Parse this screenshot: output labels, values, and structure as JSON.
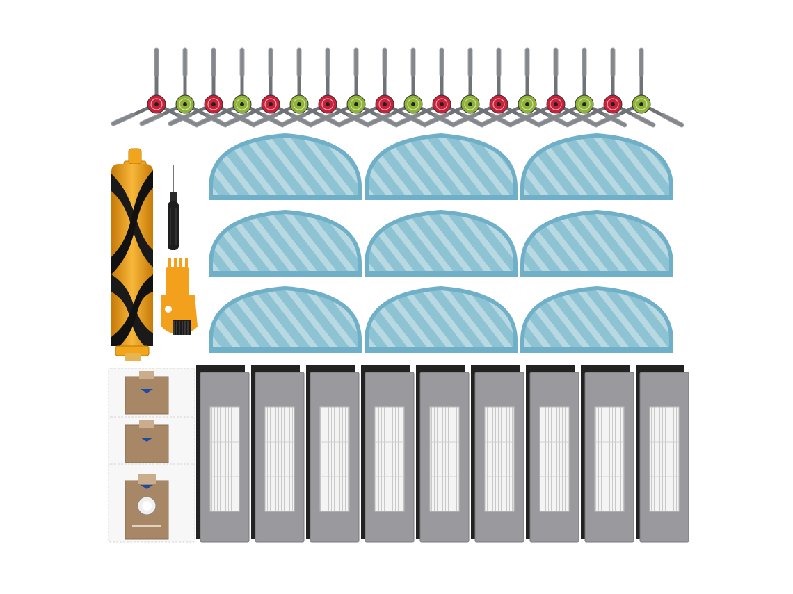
{
  "kit": {
    "side_brushes": {
      "count": 18,
      "hub_colors": [
        "#c9213a",
        "#8fb336"
      ],
      "bristle_color": "#6f7378"
    },
    "mop_pads": {
      "count": 9,
      "fabric_color": "#8ec3d3",
      "stripe_color": "#b9d9e2",
      "trim_color": "#6fb0c8"
    },
    "main_brush": {
      "count": 1,
      "core_color": "#f2a51a",
      "blade_color": "#1a1a1a"
    },
    "screwdriver": {
      "count": 1
    },
    "cleaning_tool": {
      "count": 1,
      "color": "#f3a11c"
    },
    "dust_bags": {
      "count": 3,
      "card_color": "#a88766",
      "bag_color": "#f7f7f7"
    },
    "filters": {
      "count": 9,
      "frame_color": "#9a9a9e",
      "foam_color": "#222222",
      "media_color": "#f1f1f1"
    }
  }
}
